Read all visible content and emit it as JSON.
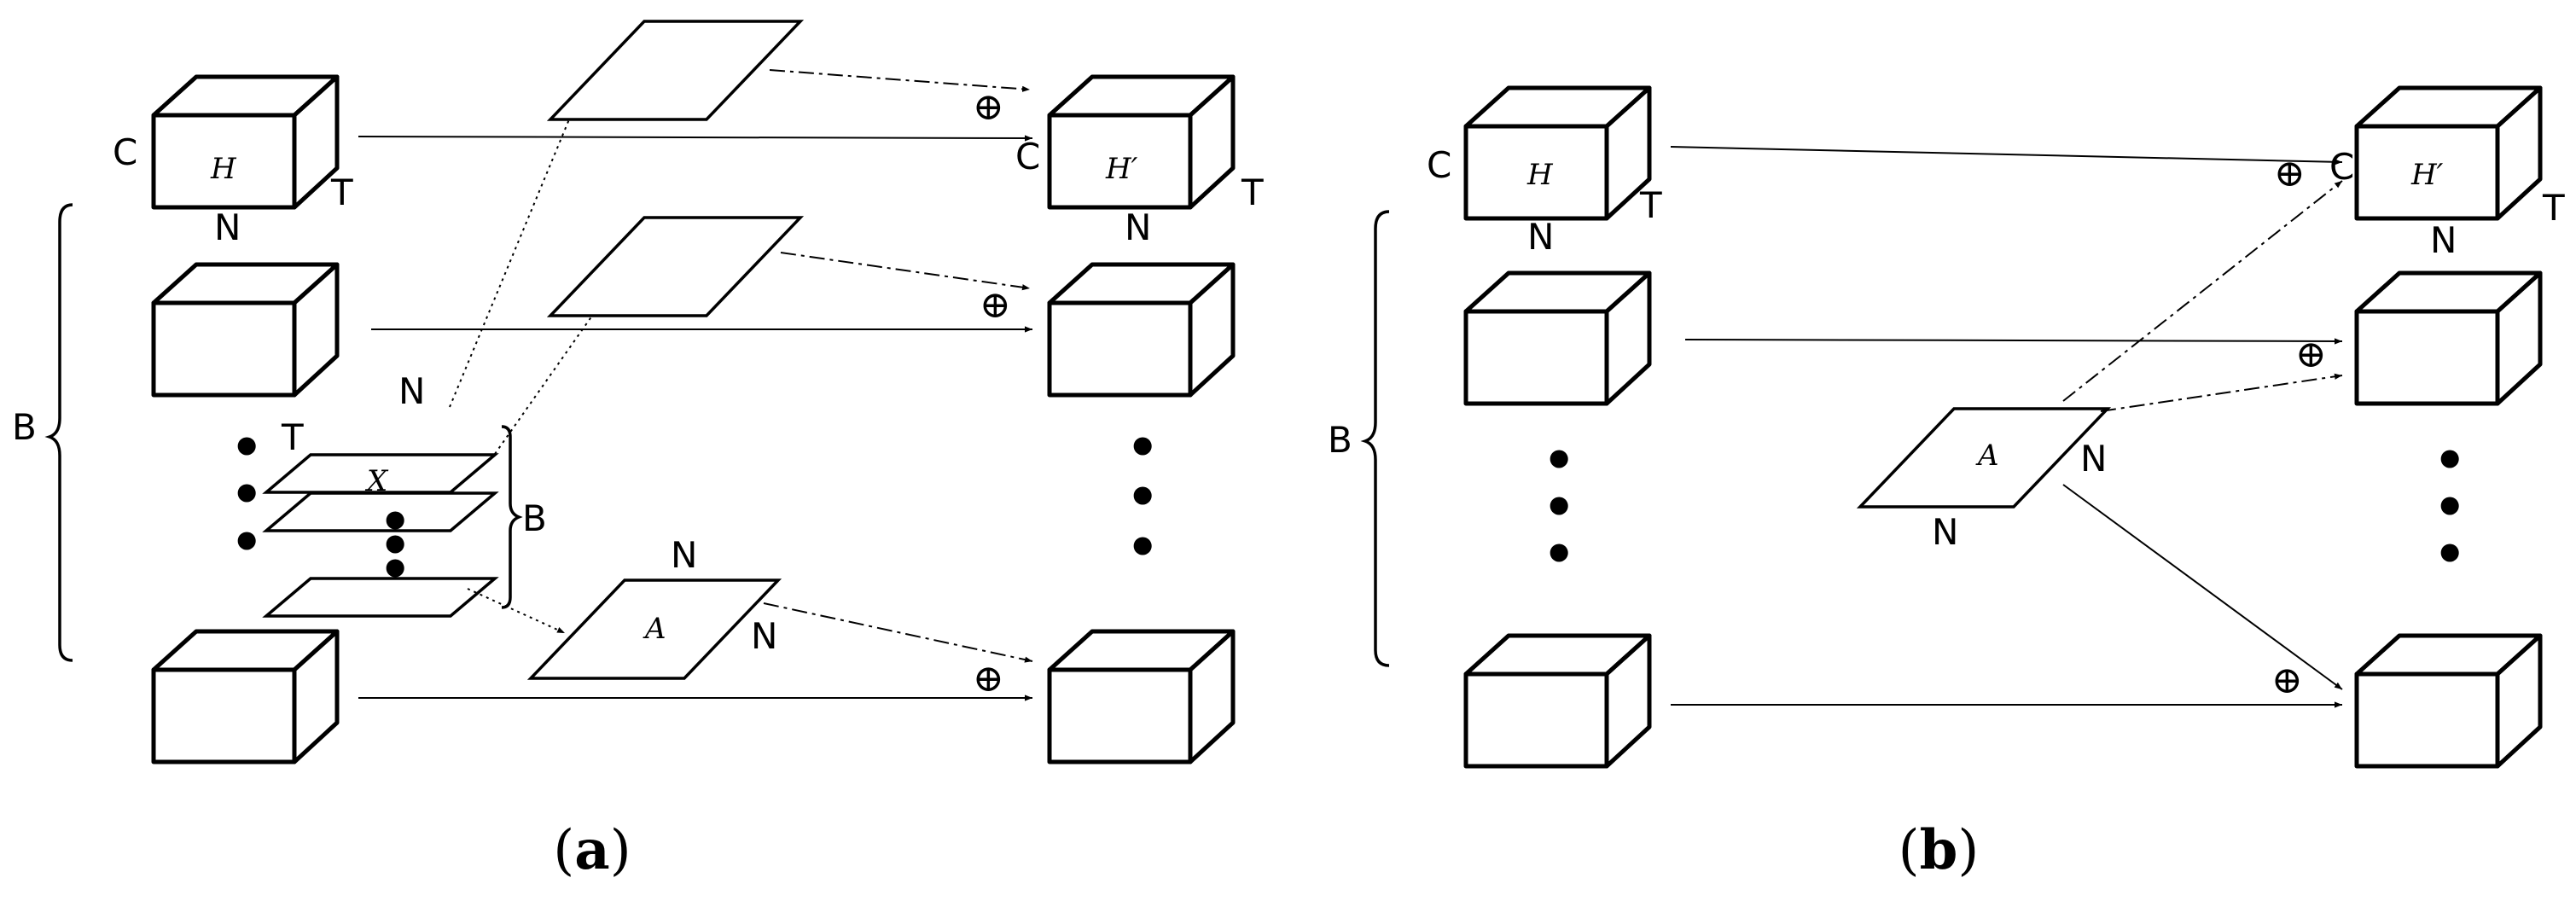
{
  "panel_a": {
    "caption_letter": "a",
    "caption_open": "(",
    "caption_close": ")",
    "h_label": "H",
    "h_prime_label": "H′",
    "x_label": "X",
    "a_label": "A",
    "c_in": "C",
    "t_in": "T",
    "n_in": "N",
    "c_out": "C",
    "t_out": "T",
    "n_out": "N",
    "n_x": "N",
    "t_x": "T",
    "b_x": "B",
    "n_a_top": "N",
    "n_a_right": "N",
    "b_outer": "B",
    "op1": "⊕",
    "op2": "⊕",
    "op3": "⊕",
    "dot": "•"
  },
  "panel_b": {
    "caption_letter": "b",
    "caption_open": "(",
    "caption_close": ")",
    "h_label": "H",
    "h_prime_label": "H′",
    "a_label": "A",
    "c_in": "C",
    "t_in": "T",
    "n_in": "N",
    "c_out": "C",
    "t_out": "T",
    "n_out": "N",
    "n_a_right": "N",
    "n_a_bottom": "N",
    "b_outer": "B",
    "op1": "⊕",
    "op2": "⊕",
    "op3": "⊕",
    "dot": "•"
  }
}
